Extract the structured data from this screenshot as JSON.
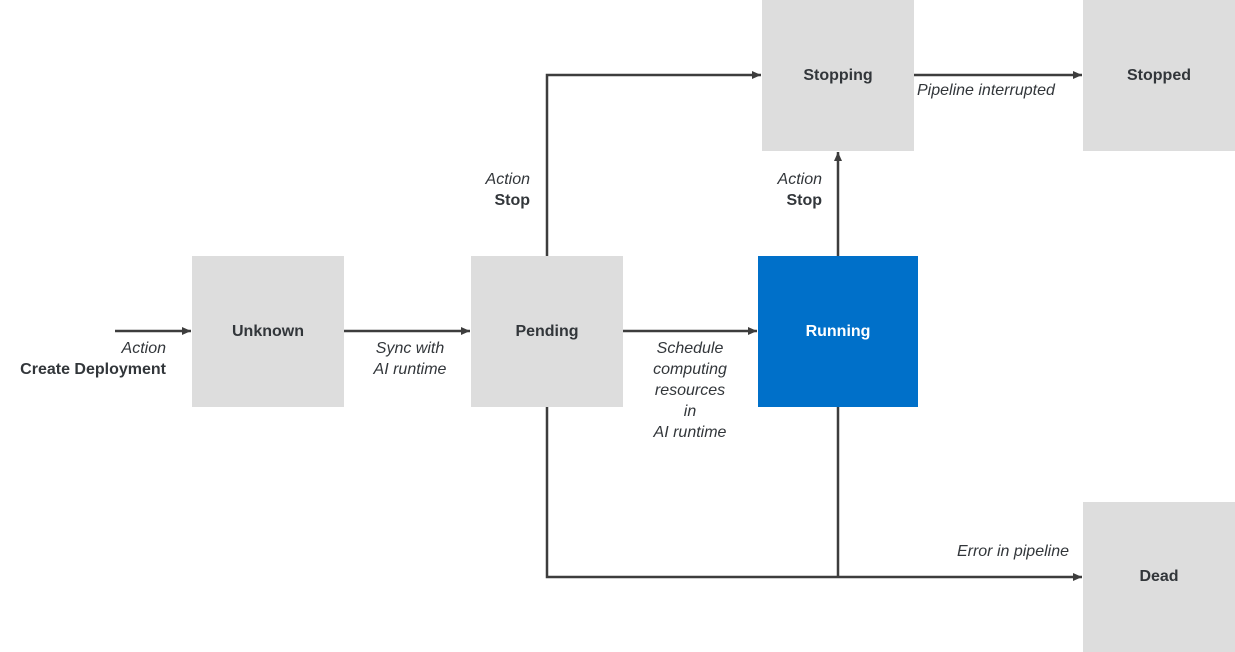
{
  "colors": {
    "state_fill": "#dddddd",
    "active_fill": "#0070c9",
    "active_text": "#ffffff",
    "text": "#32363a",
    "line": "#3d3d3d"
  },
  "states": {
    "unknown": "Unknown",
    "pending": "Pending",
    "running": "Running",
    "stopping": "Stopping",
    "stopped": "Stopped",
    "dead": "Dead"
  },
  "labels": {
    "create": {
      "action": "Action",
      "name": "Create Deployment"
    },
    "sync": [
      "Sync with",
      "AI runtime"
    ],
    "schedule": [
      "Schedule",
      "computing",
      "resources",
      "in",
      "AI runtime"
    ],
    "pending_stop": {
      "action": "Action",
      "name": "Stop"
    },
    "running_stop": {
      "action": "Action",
      "name": "Stop"
    },
    "interrupted": "Pipeline interrupted",
    "error": "Error in pipeline"
  }
}
